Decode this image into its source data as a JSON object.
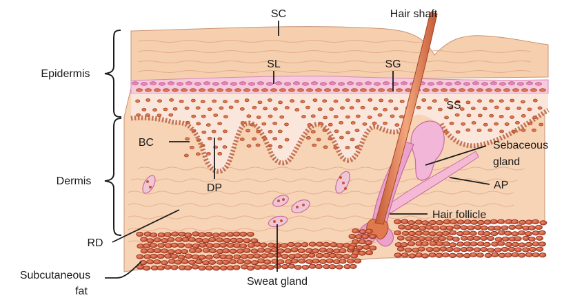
{
  "labels": {
    "sc": "SC",
    "hair_shaft": "Hair shaft",
    "epidermis": "Epidermis",
    "sl": "SL",
    "sg": "SG",
    "ss": "SS",
    "bc": "BC",
    "dermis": "Dermis",
    "dp": "DP",
    "sebaceous_gland_line1": "Sebaceous",
    "sebaceous_gland_line2": "gland",
    "ap": "AP",
    "hair_follicle": "Hair follicle",
    "rd": "RD",
    "subcutaneous_fat_line1": "Subcutaneous",
    "subcutaneous_fat_line2": "fat",
    "sweat_gland": "Sweat gland"
  },
  "colors": {
    "tissue": "#f6d0b0",
    "tissue_dark": "#e9b48d",
    "pink_layer": "#f6c9df",
    "cell_fill": "#e07850",
    "cell_stroke": "#a4441f",
    "fat_cell": "#c9533a",
    "hair": "#e4916a",
    "follicle_pink": "#eaa2cc"
  }
}
